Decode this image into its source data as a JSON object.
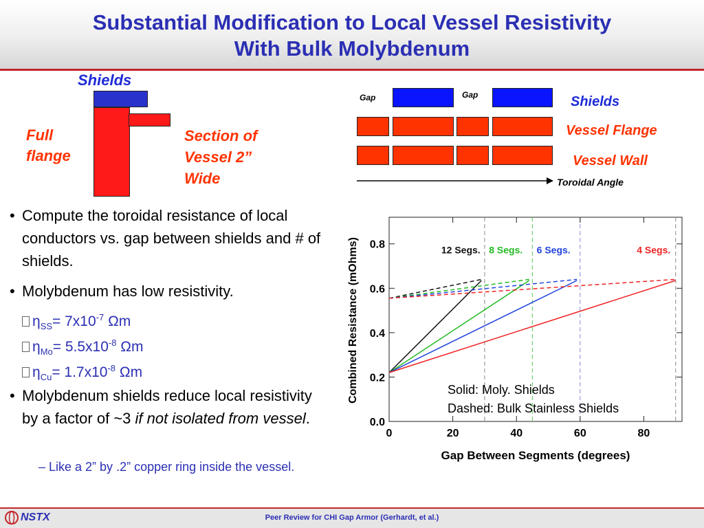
{
  "title": {
    "line1": "Substantial Modification to Local Vessel Resistivity",
    "line2": "With Bulk Molybdenum"
  },
  "left_diagram": {
    "shields_label": "Shields",
    "full_flange_line1": "Full",
    "full_flange_line2": "flange",
    "section_line1": "Section of",
    "section_line2": "Vessel 2”",
    "section_line3": "Wide"
  },
  "right_diagram": {
    "gap_label_1": "Gap",
    "gap_label_2": "Gap",
    "shields_label": "Shields",
    "flange_label": "Vessel Flange",
    "wall_label": "Vessel Wall",
    "axis_label": "Toroidal Angle"
  },
  "bullets": {
    "b1": "Compute the toroidal resistance of local conductors vs. gap between shields and # of shields.",
    "b2": "Molybdenum has low resistivity.",
    "s1": {
      "sym": "η",
      "sub": "SS",
      "val": "= 7x10",
      "exp": "-7",
      "unit": " Ωm"
    },
    "s2": {
      "sym": "η",
      "sub": "Mo",
      "val": "= 5.5x10",
      "exp": "-8",
      "unit": " Ωm"
    },
    "s3": {
      "sym": "η",
      "sub": "Cu",
      "val": "= 1.7x10",
      "exp": "-8",
      "unit": " Ωm"
    },
    "b3_pre": "Molybdenum shields reduce local resistivity by a factor of ~3 ",
    "b3_ital": "if not isolated from vessel",
    "b3_post": ".",
    "dash": "– Like a 2” by .2” copper ring inside the vessel."
  },
  "chart_data": {
    "type": "line",
    "xlabel": "Gap Between Segments (degrees)",
    "ylabel": "Combined Resistance (mOhms)",
    "xlim": [
      0,
      92
    ],
    "ylim": [
      0,
      0.92
    ],
    "xticks": [
      0,
      20,
      40,
      60,
      80
    ],
    "yticks": [
      0.0,
      0.2,
      0.4,
      0.6,
      0.8
    ],
    "vlines": [
      {
        "x": 30,
        "color": "#888888"
      },
      {
        "x": 45,
        "color": "#55cc55"
      },
      {
        "x": 60,
        "color": "#8888dd"
      },
      {
        "x": 90,
        "color": "#888888"
      }
    ],
    "series": [
      {
        "name": "12 Segs.",
        "color": "#111111",
        "label_color": "#111111",
        "solid": [
          [
            0,
            0.22
          ],
          [
            29,
            0.635
          ]
        ],
        "dashed": [
          [
            0,
            0.555
          ],
          [
            29,
            0.64
          ]
        ]
      },
      {
        "name": "8 Segs.",
        "color": "#22bb22",
        "label_color": "#22bb22",
        "solid": [
          [
            0,
            0.22
          ],
          [
            44,
            0.635
          ]
        ],
        "dashed": [
          [
            0,
            0.555
          ],
          [
            44,
            0.64
          ]
        ]
      },
      {
        "name": "6 Segs.",
        "color": "#2244dd",
        "label_color": "#2244dd",
        "solid": [
          [
            0,
            0.22
          ],
          [
            59,
            0.635
          ]
        ],
        "dashed": [
          [
            0,
            0.555
          ],
          [
            59,
            0.64
          ]
        ]
      },
      {
        "name": "4 Segs.",
        "color": "#ee2222",
        "label_color": "#ee2222",
        "solid": [
          [
            0,
            0.22
          ],
          [
            90,
            0.635
          ]
        ],
        "dashed": [
          [
            0,
            0.555
          ],
          [
            90,
            0.64
          ]
        ]
      }
    ],
    "annotations": [
      "Solid: Moly. Shields",
      "Dashed: Bulk Stainless Shields"
    ]
  },
  "footer": {
    "logo_text": "NSTX",
    "center_text": "Peer Review for CHI Gap Armor (Gerhardt, et al.)"
  }
}
